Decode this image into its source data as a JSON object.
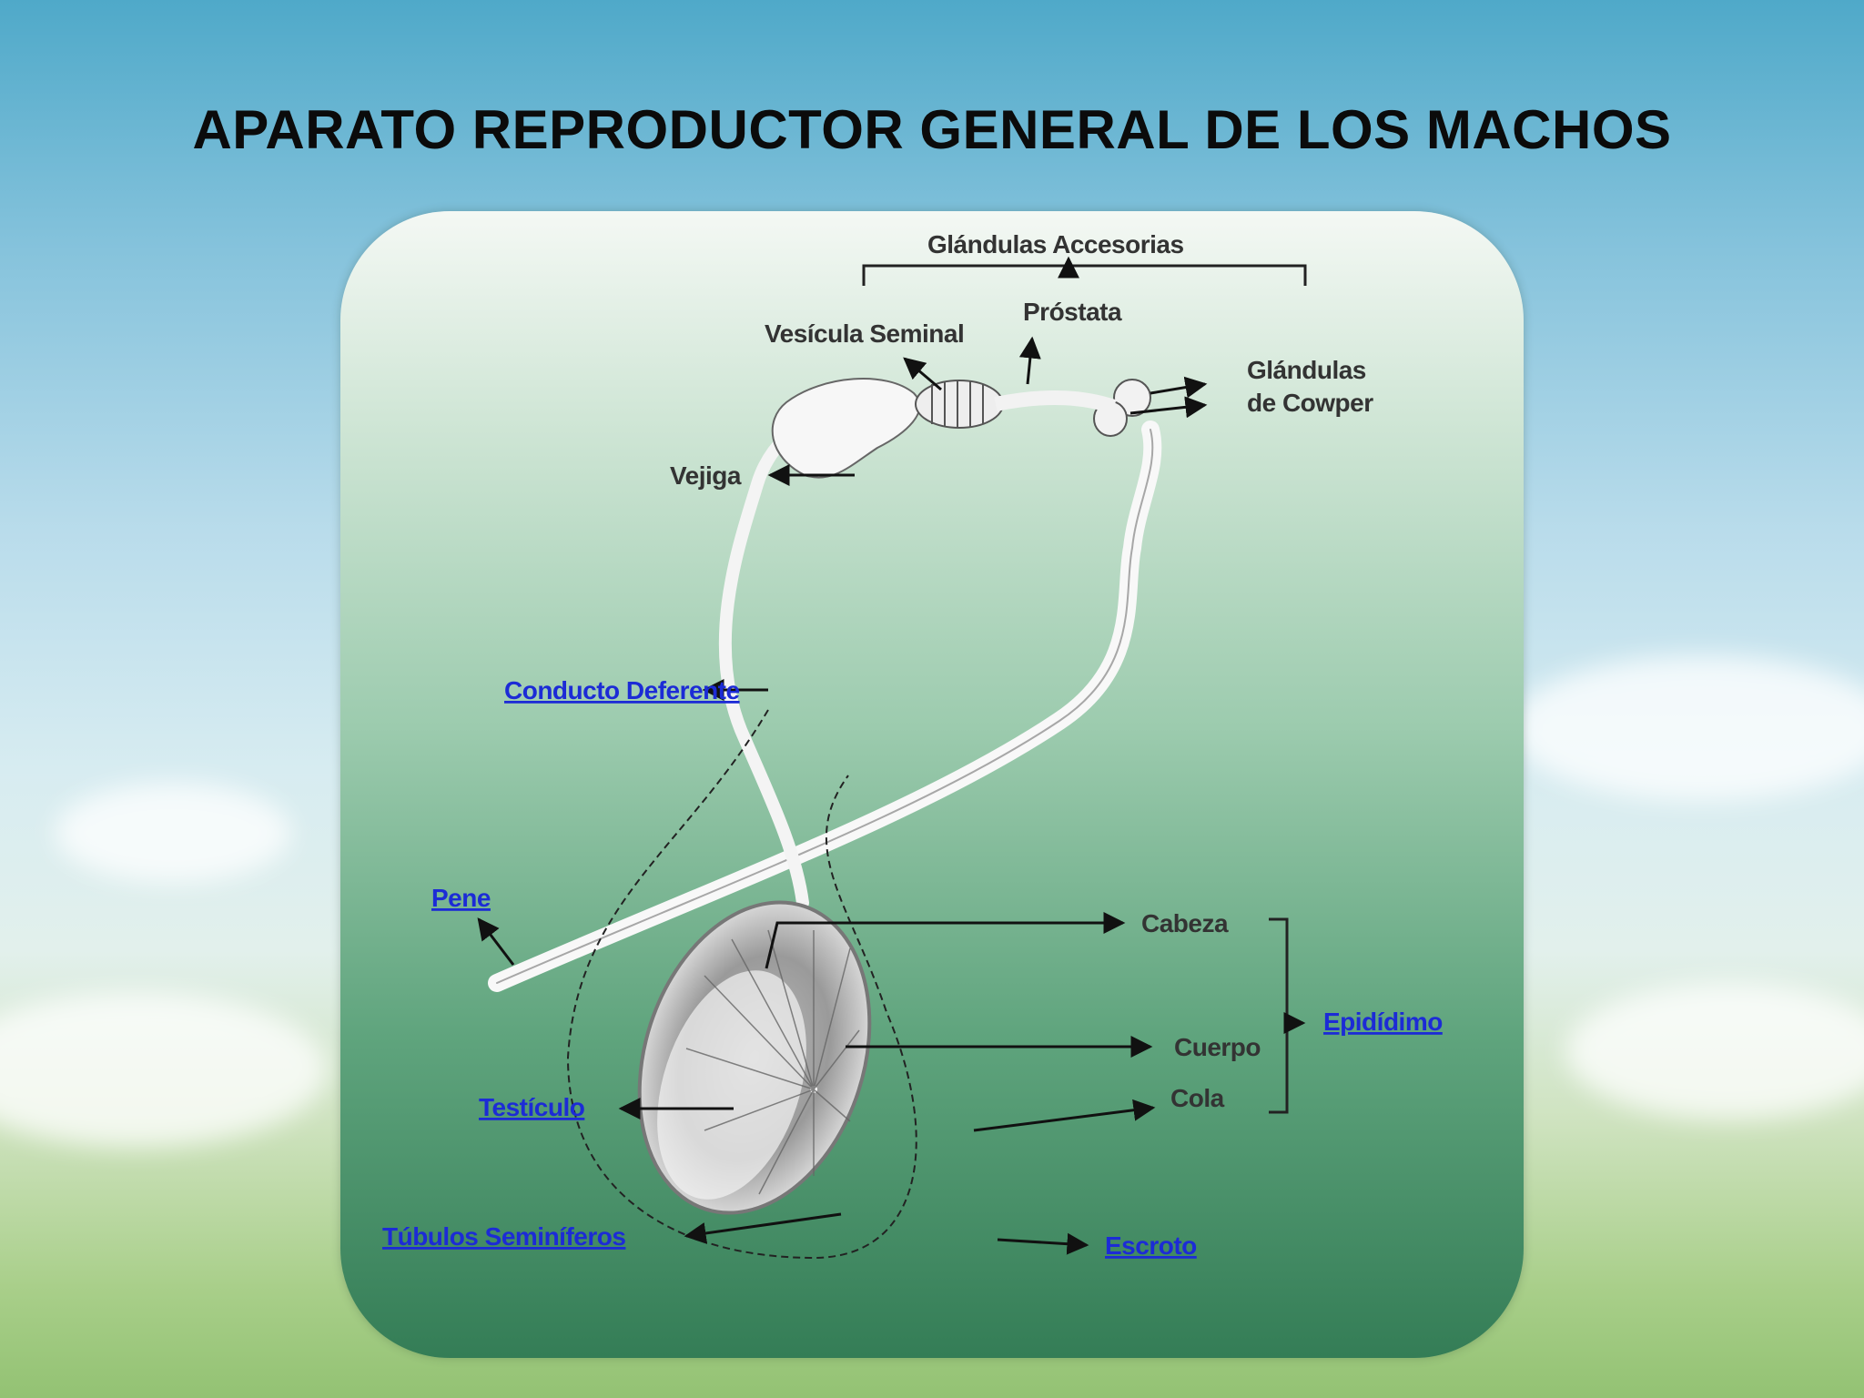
{
  "slide": {
    "title": "APARATO REPRODUCTOR GENERAL DE LOS MACHOS"
  },
  "diagram": {
    "labels": {
      "glandulas_accesorias": "Glándulas Accesorias",
      "prostata": "Próstata",
      "vesicula_seminal": "Vesícula Seminal",
      "glandulas_cowper_1": "Glándulas",
      "glandulas_cowper_2": "de Cowper",
      "vejiga": "Vejiga",
      "cabeza": "Cabeza",
      "cuerpo": "Cuerpo",
      "cola": "Cola"
    },
    "links": {
      "conducto_deferente": "Conducto Deferente",
      "pene": "Pene",
      "epididimo": "Epidídimo",
      "testiculo": "Testículo",
      "tubulos_seminiferos": "Túbulos Seminíferos",
      "escroto": "Escroto"
    },
    "colors": {
      "link": "#1c2bd6",
      "label": "#333333"
    }
  }
}
